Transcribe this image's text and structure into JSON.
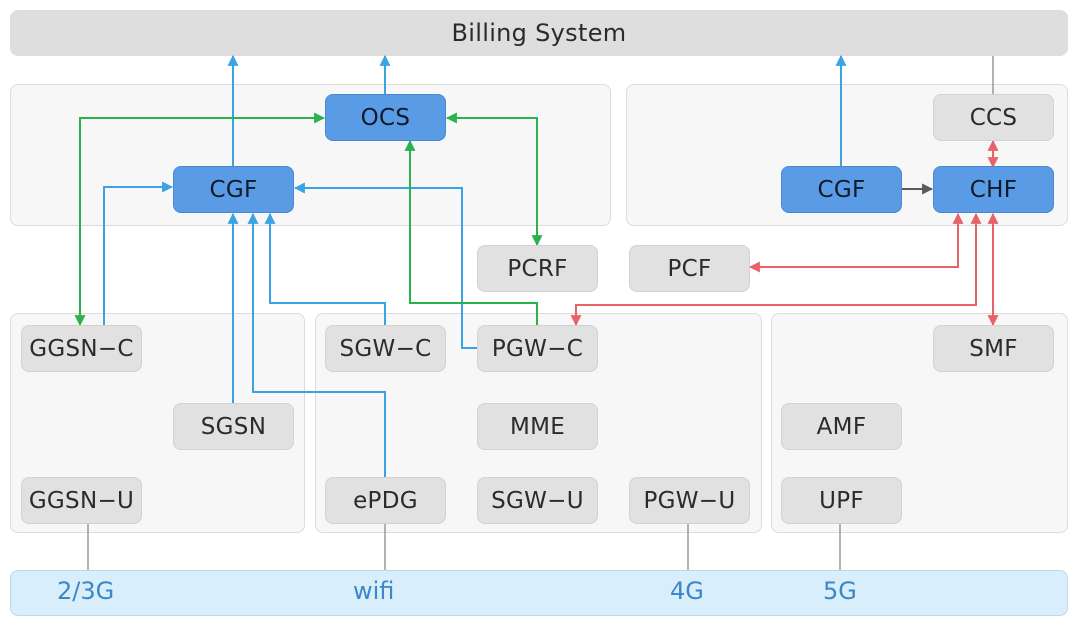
{
  "billing_system": "Billing System",
  "nodes": {
    "ocs": "OCS",
    "cgf_left": "CGF",
    "ccs": "CCS",
    "cgf_right": "CGF",
    "chf": "CHF",
    "pcrf": "PCRF",
    "pcf": "PCF",
    "ggsn_c": "GGSN−C",
    "sgsn": "SGSN",
    "ggsn_u": "GGSN−U",
    "sgw_c": "SGW−C",
    "pgw_c": "PGW−C",
    "mme": "MME",
    "epdg": "ePDG",
    "sgw_u": "SGW−U",
    "pgw_u": "PGW−U",
    "smf": "SMF",
    "amf": "AMF",
    "upf": "UPF"
  },
  "access": {
    "g23": "2/3G",
    "wifi": "wifi",
    "g4": "4G",
    "g5": "5G"
  },
  "colors": {
    "blue_link": "#3aa3e3",
    "green_link": "#2bb24c",
    "red_link": "#e8626a",
    "gray_link": "#5a5a5a",
    "charging_node": "#5a9be6"
  }
}
